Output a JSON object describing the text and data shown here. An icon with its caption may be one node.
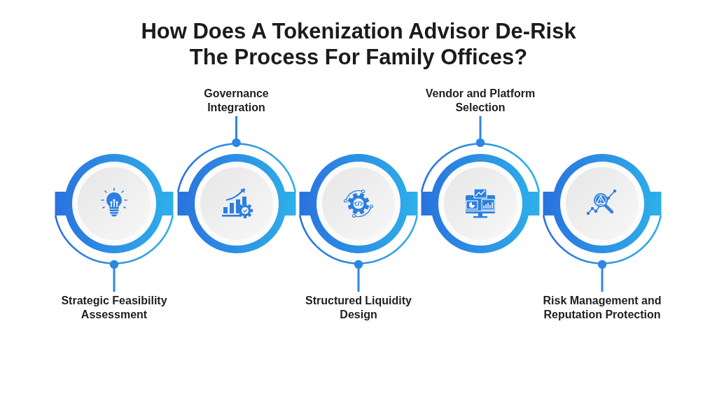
{
  "diagram": {
    "title": "How Does A Tokenization Advisor De-Risk The Process For Family Offices?",
    "nodes": [
      {
        "text": [
          "Strategic Feasibility Assessment"
        ]
      },
      {
        "text": [],
        "shape": "circle"
      },
      {
        "text": [
          "Governance Integration"
        ]
      },
      {
        "text": [],
        "shape": "circle"
      },
      {
        "text": [
          "Structured Liquidity Design"
        ]
      },
      {
        "text": [],
        "shape": "circle"
      },
      {
        "text": [
          "Vendor and Platform Selection"
        ]
      },
      {
        "text": [],
        "shape": "circle"
      },
      {
        "text": [
          "Risk Management and Reputation Protection"
        ]
      },
      {
        "text": [],
        "shape": "circle"
      }
    ],
    "edges": [
      {
        "from": 0,
        "to": 1,
        "arrow": "other"
      },
      {
        "from": 2,
        "to": 3,
        "arrow": "other"
      },
      {
        "from": 4,
        "to": 5,
        "arrow": "other"
      },
      {
        "from": 6,
        "to": 7,
        "arrow": "other"
      },
      {
        "from": 8,
        "to": 9,
        "arrow": "other"
      }
    ]
  }
}
